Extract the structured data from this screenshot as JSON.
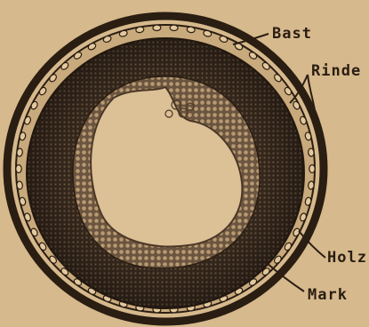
{
  "labels": {
    "bast": "Bast",
    "rinde": "Rinde",
    "holz": "Holz",
    "mark": "Mark"
  },
  "colors": {
    "paper": "#d6b98c",
    "ink": "#2a1d12",
    "pith": "#dcc096"
  }
}
